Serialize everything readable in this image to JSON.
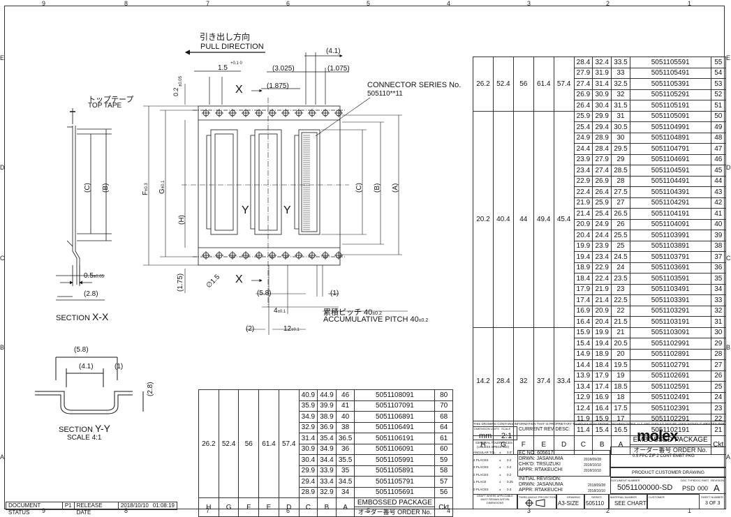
{
  "zones": {
    "top": [
      "9",
      "8",
      "7",
      "6",
      "5",
      "4",
      "3",
      "2",
      "1"
    ],
    "bottom": [
      "9",
      "8",
      "7",
      "6",
      "5",
      "4",
      "3",
      "2",
      "1"
    ],
    "left": [
      "E",
      "D",
      "C",
      "B",
      "A"
    ],
    "right": [
      "E",
      "D",
      "C",
      "B",
      "A"
    ]
  },
  "drawing": {
    "pull_dir_jp": "引き出し方向",
    "pull_dir_en": "PULL DIRECTION",
    "top_tape_jp": "トップテープ",
    "top_tape_en": "TOP TAPE",
    "connector_series": "CONNECTOR SERIES No.",
    "connector_series_no": "505110**11",
    "section_xx_prefix": "SECTION",
    "section_xx": "X-X",
    "section_yy_prefix": "SECTION",
    "section_yy": "Y-Y",
    "scale_yy": "SCALE 4:1",
    "accum_jp": "累積ピッチ 40",
    "accum_en": "ACCUMULATIVE PITCH 40",
    "tol_02": "±0.2",
    "dims": {
      "d41": "(4.1)",
      "d3025": "(3.025)",
      "d1075": "(1.075)",
      "d1875": "(1.875)",
      "d15": "1.5",
      "d15tol": "+0.1 0",
      "d02": "0.2",
      "d02tol": "±0.05",
      "F": "F",
      "Ftol": "±0.3",
      "G": "G",
      "Gtol": "±0.1",
      "C": "(C)",
      "B": "(B)",
      "A": "(A)",
      "H": "(H)",
      "d05": "0.5",
      "d05tol": "±0.05",
      "d28": "(2.8)",
      "d175": "(1.75)",
      "dia15": "∅1.5",
      "d58": "(5.8)",
      "d1": "(1)",
      "d4": "4",
      "d4tol": "±0.1",
      "d2": "(2)",
      "d12": "12",
      "d12tol": "±0.1",
      "X": "X",
      "Y": "Y",
      "yy58": "(5.8)",
      "yy41": "(4.1)",
      "yy1": "(1)",
      "yy28": "(2.8)"
    }
  },
  "right_table": {
    "rows": [
      [
        "28.4",
        "32.4",
        "33.5",
        "5051105591",
        "55"
      ],
      [
        "27.9",
        "31.9",
        "33",
        "5051105491",
        "54"
      ],
      [
        "27.4",
        "31.4",
        "32.5",
        "5051105391",
        "53"
      ],
      [
        "26.9",
        "30.9",
        "32",
        "5051105291",
        "52"
      ],
      [
        "26.4",
        "30.4",
        "31.5",
        "5051105191",
        "51"
      ],
      [
        "25.9",
        "29.9",
        "31",
        "5051105091",
        "50"
      ],
      [
        "25.4",
        "29.4",
        "30.5",
        "5051104991",
        "49"
      ],
      [
        "24.9",
        "28.9",
        "30",
        "5051104891",
        "48"
      ],
      [
        "24.4",
        "28.4",
        "29.5",
        "5051104791",
        "47"
      ],
      [
        "23.9",
        "27.9",
        "29",
        "5051104691",
        "46"
      ],
      [
        "23.4",
        "27.4",
        "28.5",
        "5051104591",
        "45"
      ],
      [
        "22.9",
        "26.9",
        "28",
        "5051104491",
        "44"
      ],
      [
        "22.4",
        "26.4",
        "27.5",
        "5051104391",
        "43"
      ],
      [
        "21.9",
        "25.9",
        "27",
        "5051104291",
        "42"
      ],
      [
        "21.4",
        "25.4",
        "26.5",
        "5051104191",
        "41"
      ],
      [
        "20.9",
        "24.9",
        "26",
        "5051104091",
        "40"
      ],
      [
        "20.4",
        "24.4",
        "25.5",
        "5051103991",
        "39"
      ],
      [
        "19.9",
        "23.9",
        "25",
        "5051103891",
        "38"
      ],
      [
        "19.4",
        "23.4",
        "24.5",
        "5051103791",
        "37"
      ],
      [
        "18.9",
        "22.9",
        "24",
        "5051103691",
        "36"
      ],
      [
        "18.4",
        "22.4",
        "23.5",
        "5051103591",
        "35"
      ],
      [
        "17.9",
        "21.9",
        "23",
        "5051103491",
        "34"
      ],
      [
        "17.4",
        "21.4",
        "22.5",
        "5051103391",
        "33"
      ],
      [
        "16.9",
        "20.9",
        "22",
        "5051103291",
        "32"
      ],
      [
        "16.4",
        "20.4",
        "21.5",
        "5051103191",
        "31"
      ],
      [
        "15.9",
        "19.9",
        "21",
        "5051103091",
        "30"
      ],
      [
        "15.4",
        "19.4",
        "20.5",
        "5051102991",
        "29"
      ],
      [
        "14.9",
        "18.9",
        "20",
        "5051102891",
        "28"
      ],
      [
        "14.4",
        "18.4",
        "19.5",
        "5051102791",
        "27"
      ],
      [
        "13.9",
        "17.9",
        "19",
        "5051102691",
        "26"
      ],
      [
        "13.4",
        "17.4",
        "18.5",
        "5051102591",
        "25"
      ],
      [
        "12.9",
        "16.9",
        "18",
        "5051102491",
        "24"
      ],
      [
        "12.4",
        "16.4",
        "17.5",
        "5051102391",
        "23"
      ],
      [
        "11.9",
        "15.9",
        "17",
        "5051102291",
        "22"
      ],
      [
        "11.4",
        "15.4",
        "16.5",
        "5051102191",
        "21"
      ]
    ],
    "groups": [
      {
        "H": "26.2",
        "G": "52.4",
        "F": "56",
        "E": "61.4",
        "D": "57.4"
      },
      {
        "H": "20.2",
        "G": "40.4",
        "F": "44",
        "E": "49.4",
        "D": "45.4"
      },
      {
        "H": "14.2",
        "G": "28.4",
        "F": "32",
        "E": "37.4",
        "D": "33.4"
      }
    ],
    "headers": [
      "H",
      "G",
      "F",
      "E",
      "D",
      "C",
      "B",
      "A"
    ],
    "emb_en": "EMBOSSED PACKAGE",
    "emb_jp": "オーダー番号 ORDER No.",
    "ckt": "Ckt"
  },
  "left_table": {
    "rows": [
      [
        "40.9",
        "44.9",
        "46",
        "5051108091",
        "80"
      ],
      [
        "35.9",
        "39.9",
        "41",
        "5051107091",
        "70"
      ],
      [
        "34.9",
        "38.9",
        "40",
        "5051106891",
        "68"
      ],
      [
        "32.9",
        "36.9",
        "38",
        "5051106491",
        "64"
      ],
      [
        "31.4",
        "35.4",
        "36.5",
        "5051106191",
        "61"
      ],
      [
        "30.9",
        "34.9",
        "36",
        "5051106091",
        "60"
      ],
      [
        "30.4",
        "34.4",
        "35.5",
        "5051105991",
        "59"
      ],
      [
        "29.9",
        "33.9",
        "35",
        "5051105891",
        "58"
      ],
      [
        "29.4",
        "33.4",
        "34.5",
        "5051105791",
        "57"
      ],
      [
        "28.9",
        "32.9",
        "34",
        "5051105691",
        "56"
      ]
    ],
    "group": {
      "H": "26.2",
      "G": "52.4",
      "F": "56",
      "E": "61.4",
      "D": "57.4"
    },
    "headers": [
      "H",
      "G",
      "F",
      "E",
      "D",
      "C",
      "B",
      "A"
    ],
    "emb_en": "EMBOSSED PACKAGE",
    "emb_jp": "オーダー番号 ORDER No.",
    "ckt": "Ckt"
  },
  "status_bar": {
    "doc_status_label": "DOCUMENT STATUS",
    "doc_status": "P1",
    "release_label": "RELEASE DATE",
    "release_date": "2018/10/10",
    "release_time": "01:08:19"
  },
  "title_block": {
    "proprietary": "THIS DRAWING CONTAINS INFORMATION THAT IS PROPRIETARY TO MOLEX ELECTRONIC TECHNOLOGIES, LLC AND SHOULD NOT BE USED WITHOUT WRITTEN PERMISSION",
    "units_label": "DIMENSION UNITS",
    "scale_label": "SCALE",
    "units": "mm",
    "scale": "2:1",
    "current_rev_label": "CURRENT REV DESC:",
    "gen_tol_1": "GENERAL TOLERANCES",
    "gen_tol_2": "(UNLESS SPECIFIED)",
    "tol_rows": [
      [
        "ANGULAR TOL",
        "±",
        "3.0°"
      ],
      [
        "4 PLACES",
        "±",
        "0.2"
      ],
      [
        "3 PLACES",
        "±",
        "0.2"
      ],
      [
        "2 PLACES",
        "±",
        "0.2"
      ],
      [
        "1 PLACE",
        "±",
        "0.25"
      ],
      [
        "0 PLACES",
        "±",
        "0.3"
      ]
    ],
    "ec_label": "EC NO:",
    "ec_no": "605617",
    "drwn_label": "DRWN:",
    "drwn": "JASANUMA",
    "drwn_date": "2018/09/28",
    "chkd_label": "CHK'D:",
    "chkd": "TRSUZUKI",
    "chkd_date": "2018/10/10",
    "appr_label": "APPR:",
    "appr": "RTAKEUCHI",
    "appr_date": "2018/10/10",
    "initial_rev": "INITIAL REVISION:",
    "drwn2": "JASANUMA",
    "drwn2_date": "2018/09/28",
    "appr2": "RTAKEUCHI",
    "appr2_date": "2018/10/10",
    "draft_note": "DRAFT WHERE APPLICABLE MUST REMAIN WITHIN DIMENSIONS",
    "third_angle": "THIRD ANGLE PROJECTION",
    "drawing_label": "DRAWING",
    "drawing_size": "A3-SIZE",
    "series_label": "SERIES",
    "series": "505110",
    "material_label": "MATERIAL NUMBER",
    "material": "SEE CHART",
    "customer_label": "CUSTOMER",
    "sheet_label": "SHEET NUMBER",
    "sheet": "3 OF 3",
    "logo": "molex",
    "title1": "0.5 FPC ZIF 2 CONT EMBT PKG",
    "title2": "PRODUCT CUSTOMER DRAWING",
    "doc_number_label": "DOCUMENT NUMBER",
    "doc_number": "5051100000-SD",
    "doc_type_label": "DOC TYPE",
    "doc_type": "PSD",
    "doc_part_label": "DOC PART",
    "doc_part": "000",
    "revision_label": "REVISION",
    "revision": "A"
  }
}
